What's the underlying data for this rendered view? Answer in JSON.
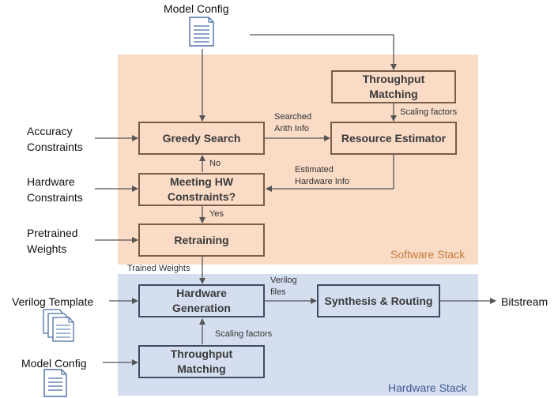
{
  "colors": {
    "software_bg": "#f9dbc6",
    "hardware_bg": "#d5deef",
    "software_label": "#c57a3a",
    "hardware_label": "#3d5a94",
    "box_border": "#7a5c46",
    "arrow": "#555555"
  },
  "regions": {
    "software": "Software Stack",
    "hardware": "Hardware Stack"
  },
  "boxes": {
    "throughput_top": "Throughput Matching",
    "greedy_search": "Greedy Search",
    "resource_estimator": "Resource Estimator",
    "meeting_hw": "Meeting HW Constraints?",
    "retraining": "Retraining",
    "hardware_generation": "Hardware Generation",
    "synthesis": "Synthesis & Routing",
    "throughput_bottom": "Throughput Matching"
  },
  "inputs": {
    "model_config_top": "Model Config",
    "accuracy_constraints": "Accuracy Constraints",
    "hardware_constraints": "Hardware Constraints",
    "pretrained_weights": "Pretrained Weights",
    "verilog_template": "Verilog Template",
    "model_config_bottom": "Model Config",
    "bitstream": "Bitstream"
  },
  "edge_labels": {
    "scaling_top": "Scaling factors",
    "searched_arith": "Searched Arith Info",
    "no": "No",
    "estimated_hw": "Estimated Hardware Info",
    "yes": "Yes",
    "trained_weights": "Trained Weights",
    "verilog_files": "Verilog files",
    "scaling_bottom": "Scaling factors"
  },
  "icons": [
    "document-icon",
    "document-stack-icon"
  ]
}
